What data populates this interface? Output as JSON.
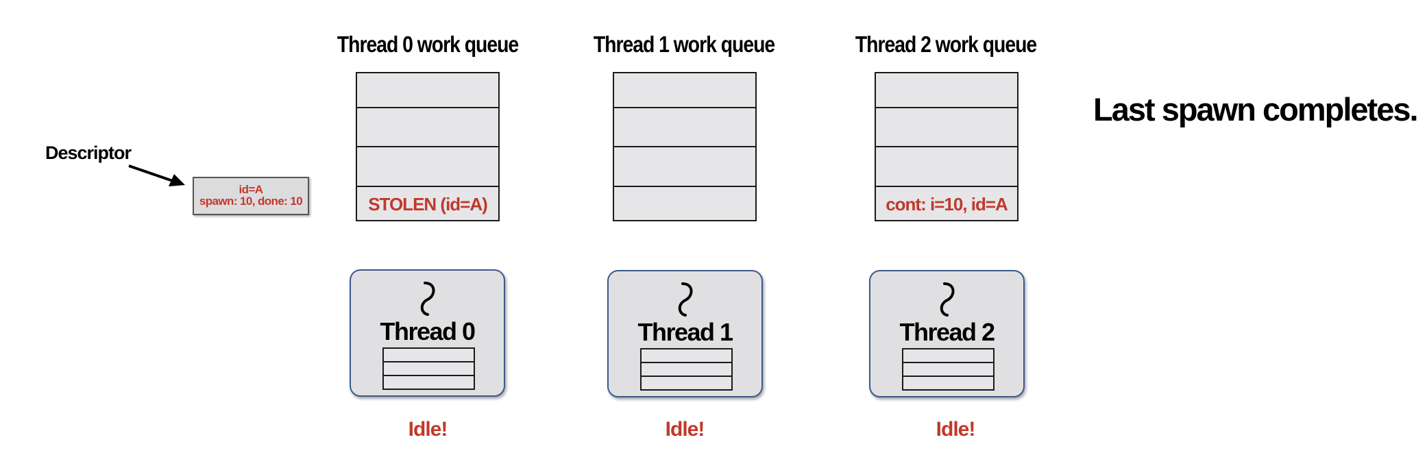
{
  "caption": "Last spawn completes.",
  "descriptor": {
    "label": "Descriptor",
    "id_line": "id=A",
    "counts_line": "spawn: 10, done: 10"
  },
  "queues": [
    {
      "title": "Thread 0 work queue",
      "bottom_slot": "STOLEN (id=A)"
    },
    {
      "title": "Thread 1 work queue",
      "bottom_slot": ""
    },
    {
      "title": "Thread 2 work queue",
      "bottom_slot": "cont: i=10, id=A"
    }
  ],
  "threads": [
    {
      "label": "Thread 0",
      "status": "Idle!"
    },
    {
      "label": "Thread 1",
      "status": "Idle!"
    },
    {
      "label": "Thread 2",
      "status": "Idle!"
    }
  ],
  "colors": {
    "highlight_text": "#c0392b",
    "thread_border": "#3a5a8c",
    "box_fill": "#e6e6e8"
  },
  "icons": [
    "thread-squiggle-icon",
    "arrow-icon"
  ]
}
